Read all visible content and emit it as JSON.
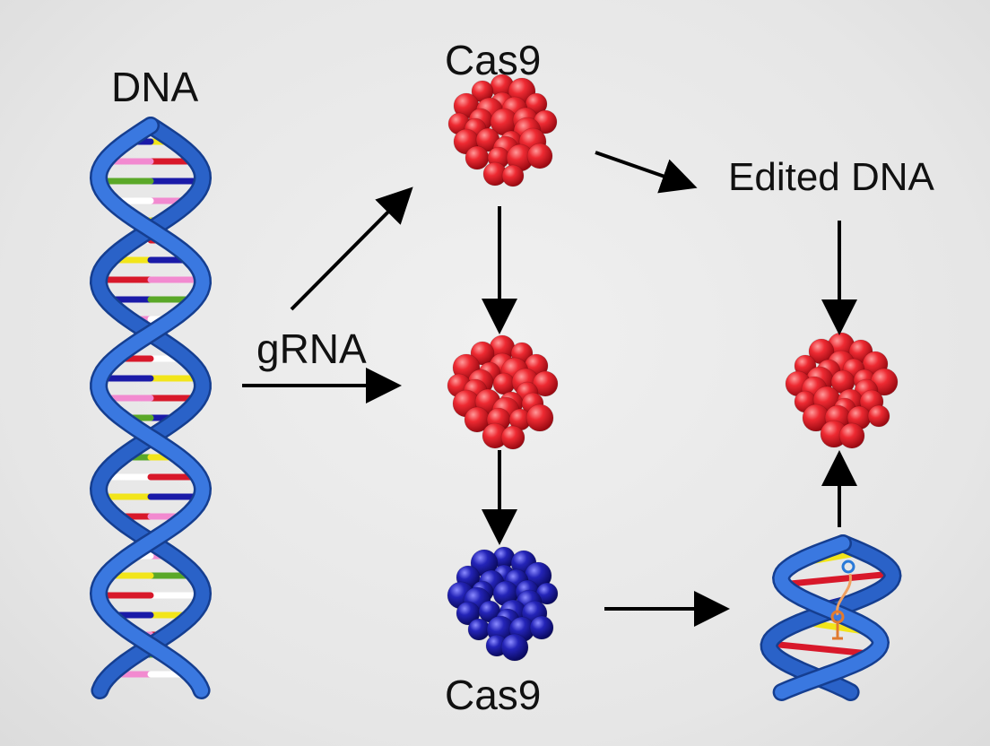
{
  "labels": {
    "dna": "DNA",
    "cas9_top": "Cas9",
    "edited_dna": "Edited DNA",
    "grna": "gRNA",
    "cas9_bottom": "Cas9"
  },
  "colors": {
    "helix_blue": "#2a62c8",
    "protein_red": "#e0202a",
    "protein_blue": "#1c1ca0",
    "arrow": "#000000",
    "base_colors": [
      "#f2e51a",
      "#d8182a",
      "#1a1aa8",
      "#f28ad0",
      "#5aa828",
      "#ffffff"
    ]
  },
  "icons": [
    "dna-helix-icon",
    "cas9-protein-icon",
    "edited-dna-helix-icon"
  ]
}
